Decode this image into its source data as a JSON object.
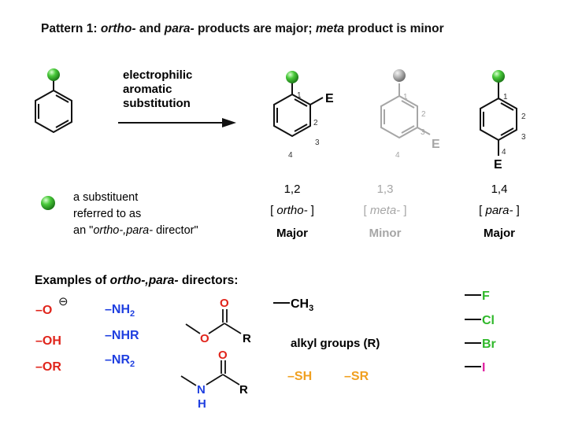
{
  "title": {
    "prefix": "Pattern 1: ",
    "ortho": "ortho-",
    "and": " and ",
    "para": "para-",
    "middle": "  products are major; ",
    "meta": "meta",
    "suffix": " product is minor"
  },
  "reaction": {
    "arrow_line1": "electrophilic",
    "arrow_line2": "aromatic",
    "arrow_line3": "substitution"
  },
  "products": [
    {
      "label": "1,2",
      "bracket_open": "[ ",
      "name": "ortho-",
      "bracket_close": " ]",
      "status": "Major",
      "color": "#111111",
      "positions": [
        "1",
        "2",
        "3",
        "4"
      ],
      "electrophile": "E"
    },
    {
      "label": "1,3",
      "bracket_open": "[ ",
      "name": "meta-",
      "bracket_close": " ]",
      "status": "Minor",
      "color": "#a6a6a6",
      "positions": [
        "1",
        "2",
        "3",
        "4"
      ],
      "electrophile": "E"
    },
    {
      "label": "1,4",
      "bracket_open": "[ ",
      "name": "para-",
      "bracket_close": " ]",
      "status": "Major",
      "color": "#111111",
      "positions": [
        "1",
        "2",
        "3",
        "4"
      ],
      "electrophile": "E"
    }
  ],
  "legend": {
    "line1": "a substituent",
    "line2": "referred to as",
    "line3_prefix": "an \"",
    "line3_italic": "ortho-,para-",
    "line3_suffix": " director\""
  },
  "examples": {
    "heading_prefix": "Examples of ",
    "heading_italic": "ortho-,para-",
    "heading_suffix": " directors:",
    "oxygen": [
      "–O",
      "–OH",
      "–OR"
    ],
    "oxide_charge": "⊖",
    "nitrogen": {
      "nh2": "–NH",
      "nh2_sub": "2",
      "nhr": "–NHR",
      "nr2": "–NR",
      "nr2_sub": "2"
    },
    "ester": {
      "o_top": "O",
      "o_ring": "O",
      "r": "R"
    },
    "amide": {
      "o_top": "O",
      "n": "N",
      "h": "H",
      "r": "R"
    },
    "methyl": {
      "ch": "CH",
      "sub": "3"
    },
    "alkyl": "alkyl groups (R)",
    "sulfur": [
      "–SH",
      "–SR"
    ],
    "halogens": [
      "F",
      "Cl",
      "Br",
      "I"
    ]
  },
  "colors": {
    "red": "#e0241b",
    "blue": "#1f3fe0",
    "orange": "#f0a020",
    "green": "#2fb82a",
    "magenta": "#e020a0",
    "gray": "#a6a6a6",
    "ball_green": "#3dbb2e",
    "ball_gray": "#9a9a9a"
  }
}
